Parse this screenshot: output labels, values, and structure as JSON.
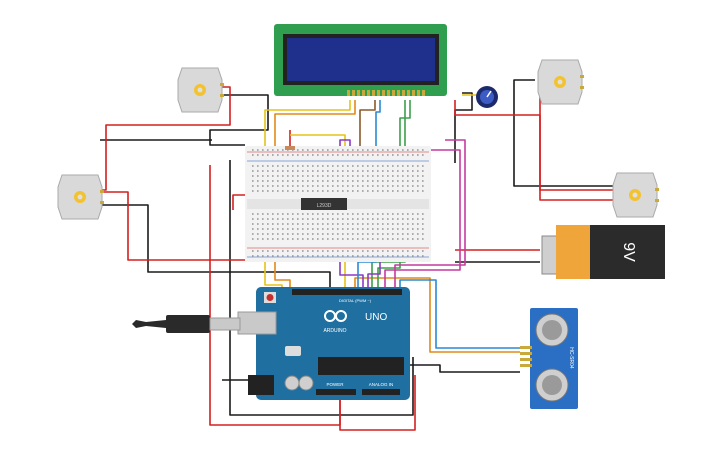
{
  "colors": {
    "lcd_board": "#2f9e4f",
    "lcd_screen": "#1e2f8c",
    "arduino_board": "#1f6fa0",
    "breadboard": "#f2f2f2",
    "battery_body": "#2b2b2b",
    "battery_cap": "#f0a53a",
    "sensor_board": "#2a6fc4",
    "motor_body": "#d9d9d9",
    "motor_hub": "#f2c230",
    "wire_red": "#d42020",
    "wire_black": "#1a1a1a",
    "wire_yellow": "#e6c21a",
    "wire_orange": "#e08a1a",
    "wire_green": "#3aa04a",
    "wire_purple": "#8a3ac4",
    "wire_pink": "#c43aa0",
    "wire_blue": "#2a8ad4",
    "wire_brown": "#8a5a2a"
  },
  "components": {
    "battery_label": "9V",
    "arduino_brand": "ARDUINO",
    "arduino_model": "UNO",
    "arduino_digital_label": "DIGITAL (PWM ~)",
    "arduino_power_label": "POWER",
    "arduino_analog_label": "ANALOG IN",
    "sensor_label": "HC-SR04",
    "chip_label": "L293D"
  }
}
